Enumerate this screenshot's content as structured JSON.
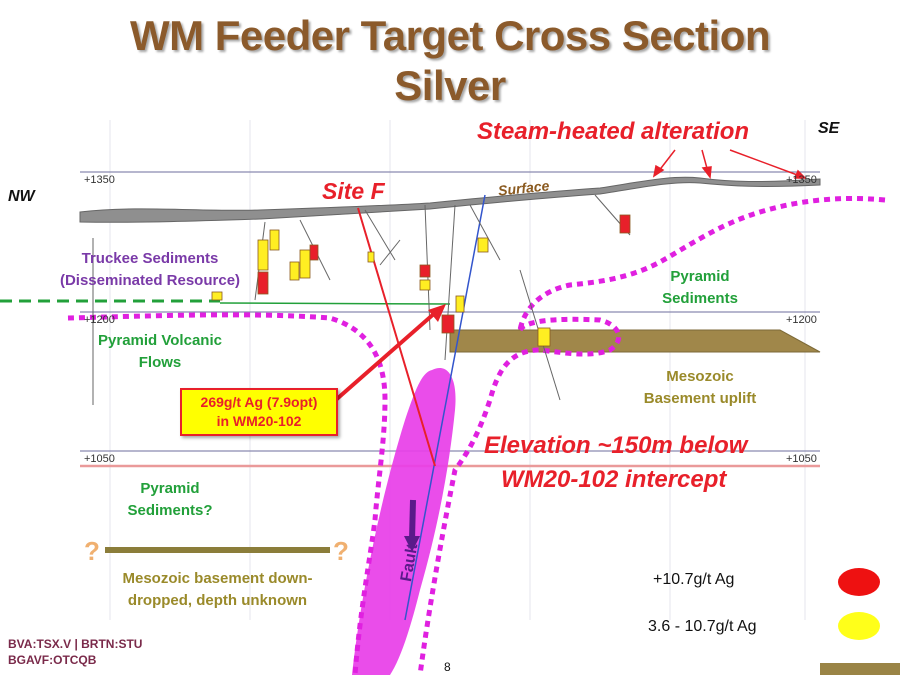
{
  "title": {
    "line1": "WM Feeder Target Cross Section",
    "line2": "Silver"
  },
  "orientation": {
    "nw": "NW",
    "se": "SE"
  },
  "elevations": {
    "e1350_left": "+1350",
    "e1350_right": "+1350",
    "e1200_left": "+1200",
    "e1200_right": "+1200",
    "e1050_left": "+1050",
    "e1050_right": "+1050"
  },
  "annotations": {
    "steam": "Steam-heated alteration",
    "site_f": "Site F",
    "surface": "Surface",
    "elevation_line1": "Elevation ~150m below",
    "elevation_line2": "WM20-102 intercept",
    "fault": "Fault",
    "question1": "?",
    "question2": "?"
  },
  "units": {
    "truckee_line1": "Truckee Sediments",
    "truckee_line2": "(Disseminated Resource)",
    "pyramid_volcanic_line1": "Pyramid Volcanic",
    "pyramid_volcanic_line2": "Flows",
    "pyramid_sed_line1": "Pyramid",
    "pyramid_sed_line2": "Sediments",
    "mesozoic_uplift_line1": "Mesozoic",
    "mesozoic_uplift_line2": "Basement uplift",
    "pyramid_sed_q_line1": "Pyramid",
    "pyramid_sed_q_line2": "Sediments?",
    "mesozoic_down_line1": "Mesozoic basement down-",
    "mesozoic_down_line2": "dropped, depth unknown"
  },
  "callout": {
    "line1": "269g/t Ag (7.9opt)",
    "line2": "in WM20-102"
  },
  "legend": [
    {
      "label": "+10.7g/t Ag",
      "color": "#ee1111"
    },
    {
      "label": "3.6 - 10.7g/t Ag",
      "color": "#ffff1a"
    }
  ],
  "footer": {
    "ticker_line1": "BVA:TSX.V | BRTN:STU",
    "ticker_line2": "BGAVF:OTCQB",
    "page_number": "8"
  },
  "colors": {
    "title": "#8B5A2B",
    "red": "#e8202a",
    "magenta": "#e020e0",
    "basement": "#a0874a",
    "green_dash": "#22a03a"
  }
}
